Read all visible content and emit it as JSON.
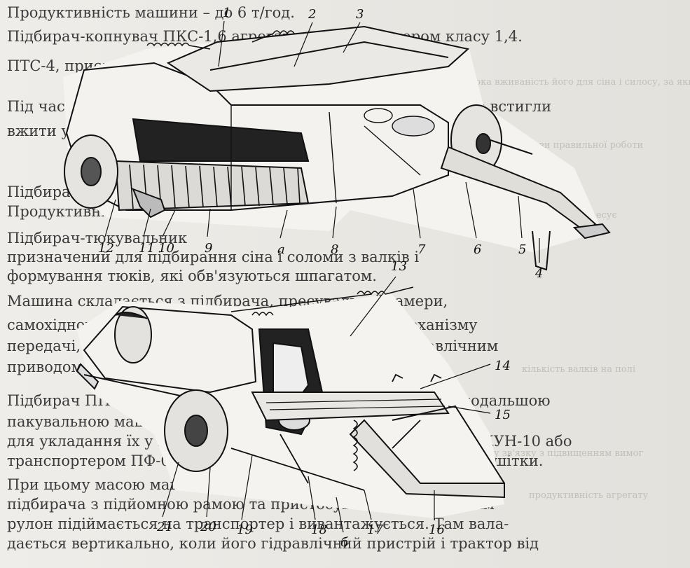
{
  "text_lines": [
    "Продуктивність машини – до 6 т/год.",
    "Підбирач-копнувач ПКС-1,6 агрегатується з трактором класу 1,4.",
    "ПТС-4, приєднаний до трактора МТЗ-80/82.",
    "Під час руху агрегату складений щит обладнують за тим, що встигли",
    "вжити ущільнювачів сіно і сформовані копиці.",
    "Підбирач-преспакувальник ППЛ-Ф-1,6",
    "Продуктивність – до 5 т/год.",
    "Підбирач-тюкувальник",
    "призначений для підбирання сіна і соломи з валків і",
    "формування тюків, які обв'язуються шпагатом.",
    "Машина складається з підбирача, пресувальної камери,",
    "самохідного механізму, обв'язувального апарата, механізму",
    "передачі, опорного колеса і тягового пристрою з гідравлічним",
    "приводом машини.",
    "Підбирач ППЛ-Ф-1,6 призначений для підбирання сіна, з подальшою",
    "пакувальною машиною ПТ-165, а також",
    "для укладання їх у штабелі, а також автомобілями ГАЗ-53Б, КУН-10 або",
    "транспортером ПФ-0,5 та іншими машинами за допомогою решітки.",
    "При цьому масою машини відрегулювання відбувається",
    "підбирача з підйомною рамою та пристосуванням його. Потім",
    "рулон підіймається на транспортер і вивантажується. Там вала-",
    "дається вертикально, коли його гідравлічний пристрій і трактор від"
  ],
  "ghost_text": [
    "висока вживаність його для сіна і силосу, за яким розрізняють",
    "за умови правильної роботи",
    "після цього підбирач пресує",
    "кількість валків на полі",
    "у зв'язку з підвищенням вимог",
    "продуктивність агрегату"
  ],
  "callouts": {
    "top": [
      "1",
      "2",
      "3",
      "12",
      "11",
      "10",
      "9",
      "а",
      "8",
      "7",
      "6",
      "5",
      "4"
    ],
    "bottom": [
      "13",
      "14",
      "15",
      "21",
      "20",
      "19",
      "18",
      "б",
      "17",
      "16"
    ]
  }
}
